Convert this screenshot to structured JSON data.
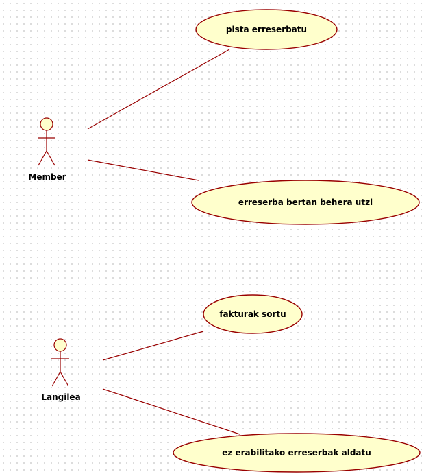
{
  "colors": {
    "use_case_fill": "#ffffcc",
    "outline": "#990000",
    "text": "#000000",
    "background_grid_dot": "#c4c4c4"
  },
  "actors": [
    {
      "name": "Member"
    },
    {
      "name": "Langilea"
    }
  ],
  "use_cases": [
    {
      "label": "pista erreserbatu"
    },
    {
      "label": "erreserba bertan behera utzi"
    },
    {
      "label": "fakturak sortu"
    },
    {
      "label": "ez erabilitako erreserbak aldatu"
    }
  ],
  "associations": [
    {
      "actor": "Member",
      "use_case": "pista erreserbatu"
    },
    {
      "actor": "Member",
      "use_case": "erreserba bertan behera utzi"
    },
    {
      "actor": "Langilea",
      "use_case": "fakturak sortu"
    },
    {
      "actor": "Langilea",
      "use_case": "ez erabilitako erreserbak aldatu"
    }
  ]
}
